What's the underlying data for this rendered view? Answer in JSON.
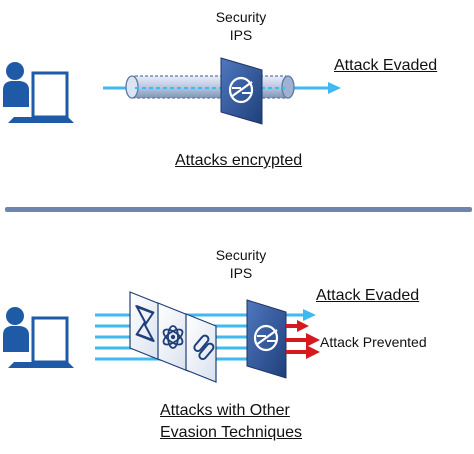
{
  "top": {
    "device_label_line1": "Security",
    "device_label_line2": "IPS",
    "outcome": "Attack Evaded",
    "caption": "Attacks encrypted"
  },
  "bottom": {
    "device_label_line1": "Security",
    "device_label_line2": "IPS",
    "outcome_evaded": "Attack Evaded",
    "outcome_prevented": "Attack Prevented",
    "caption_line1": "Attacks with Other",
    "caption_line2": "Evasion Techniques"
  },
  "colors": {
    "user_blue": "#1f5aa6",
    "arrow_cyan": "#3fb9f0",
    "arrow_red": "#d6191c",
    "divider": "#6d86b0",
    "device_blue": "#2e5597"
  },
  "icons": [
    "user-laptop-icon",
    "ips-device-icon",
    "hourglass-icon",
    "atom-icon",
    "chain-link-icon"
  ]
}
